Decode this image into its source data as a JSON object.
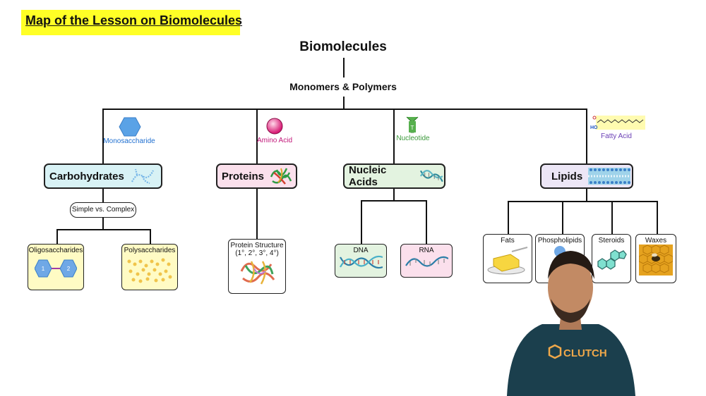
{
  "header": {
    "title": "Map of the Lesson on Biomolecules"
  },
  "diagram": {
    "root": "Biomolecules",
    "subtitle": "Monomers & Polymers",
    "monomers": {
      "carbohydrates": "Monosaccharide",
      "proteins": "Amino Acid",
      "nucleic_acids": "Nucleotide",
      "lipids": "Fatty Acid",
      "fatty_acid_ho": "HO"
    },
    "categories": {
      "carbohydrates": "Carbohydrates",
      "proteins": "Proteins",
      "nucleic_acids": "Nucleic Acids",
      "lipids": "Lipids"
    },
    "carb_branch": {
      "pill": "Simple vs. Complex",
      "oligo": "Oligosaccharides",
      "poly": "Polysaccharides",
      "oligo_unit1": "1",
      "oligo_unit2": "2"
    },
    "protein_branch": {
      "structure_line1": "Protein Structure",
      "structure_line2": "(1°, 2°, 3°, 4°)"
    },
    "nucleic_branch": {
      "dna": "DNA",
      "rna": "RNA",
      "nucleotide_letter": "T"
    },
    "lipid_branch": {
      "fats": "Fats",
      "phospholipids": "Phospholipids",
      "steroids": "Steroids",
      "waxes": "Waxes"
    },
    "colors": {
      "highlight": "#ffff26",
      "monosaccharide": "#1f6fd0",
      "amino_acid": "#c2187a",
      "nucleotide": "#3c9a3c",
      "fatty_acid": "#6a3fb5"
    }
  },
  "presenter": {
    "shirt_text": "CLUTCH"
  }
}
